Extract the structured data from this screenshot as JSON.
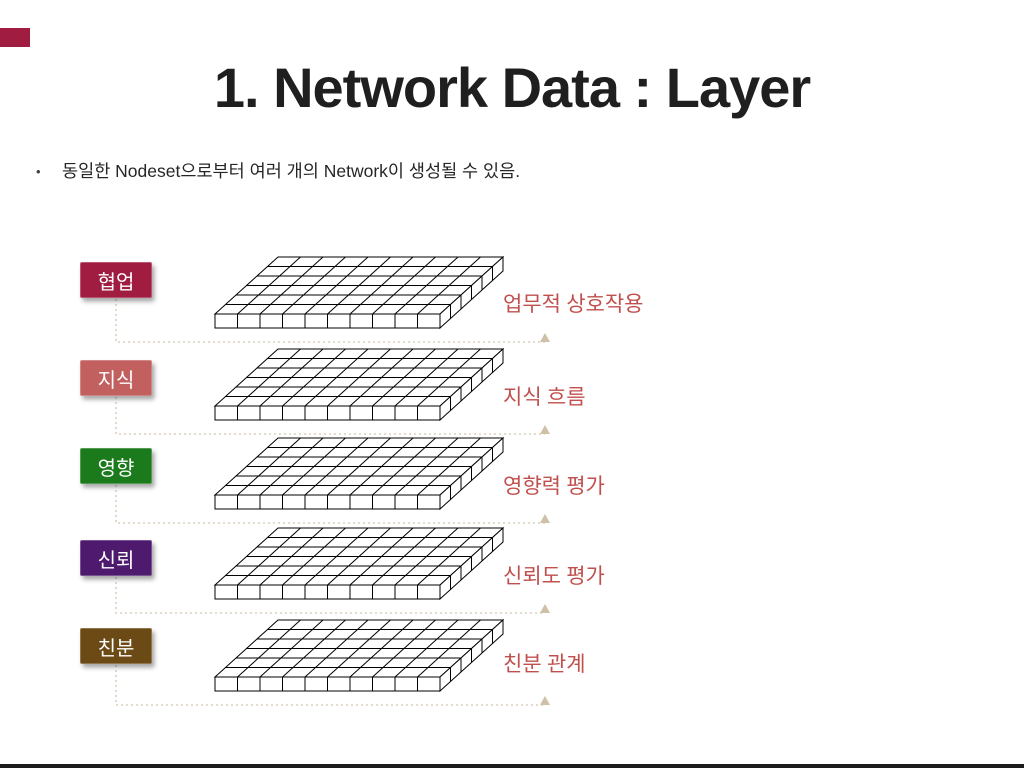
{
  "slide": {
    "title": "1. Network Data : Layer",
    "bullet_marker": "•",
    "bullet": "동일한 Nodeset으로부터 여러 개의 Network이 생성될 수 있음.",
    "accent_color": "#A01C40",
    "title_color": "#1F1F1F"
  },
  "diagram": {
    "grid": {
      "cols": 10,
      "rows": 6,
      "fill": "#FFFFFF",
      "stroke": "#000000"
    },
    "connector": {
      "color": "#DCCFBF",
      "arrow_color": "#CFC0A8"
    },
    "caption_color": "#C0504D",
    "layers": [
      {
        "label": "협업",
        "box_color": "#A01C40",
        "caption": "업무적 상호작용"
      },
      {
        "label": "지식",
        "box_color": "#C25F5F",
        "caption": "지식 흐름"
      },
      {
        "label": "영향",
        "box_color": "#1B7A1B",
        "caption": "영향력 평가"
      },
      {
        "label": "신뢰",
        "box_color": "#4E1A6E",
        "caption": "신뢰도 평가"
      },
      {
        "label": "친분",
        "box_color": "#6B4A15",
        "caption": "친분 관계"
      }
    ]
  }
}
